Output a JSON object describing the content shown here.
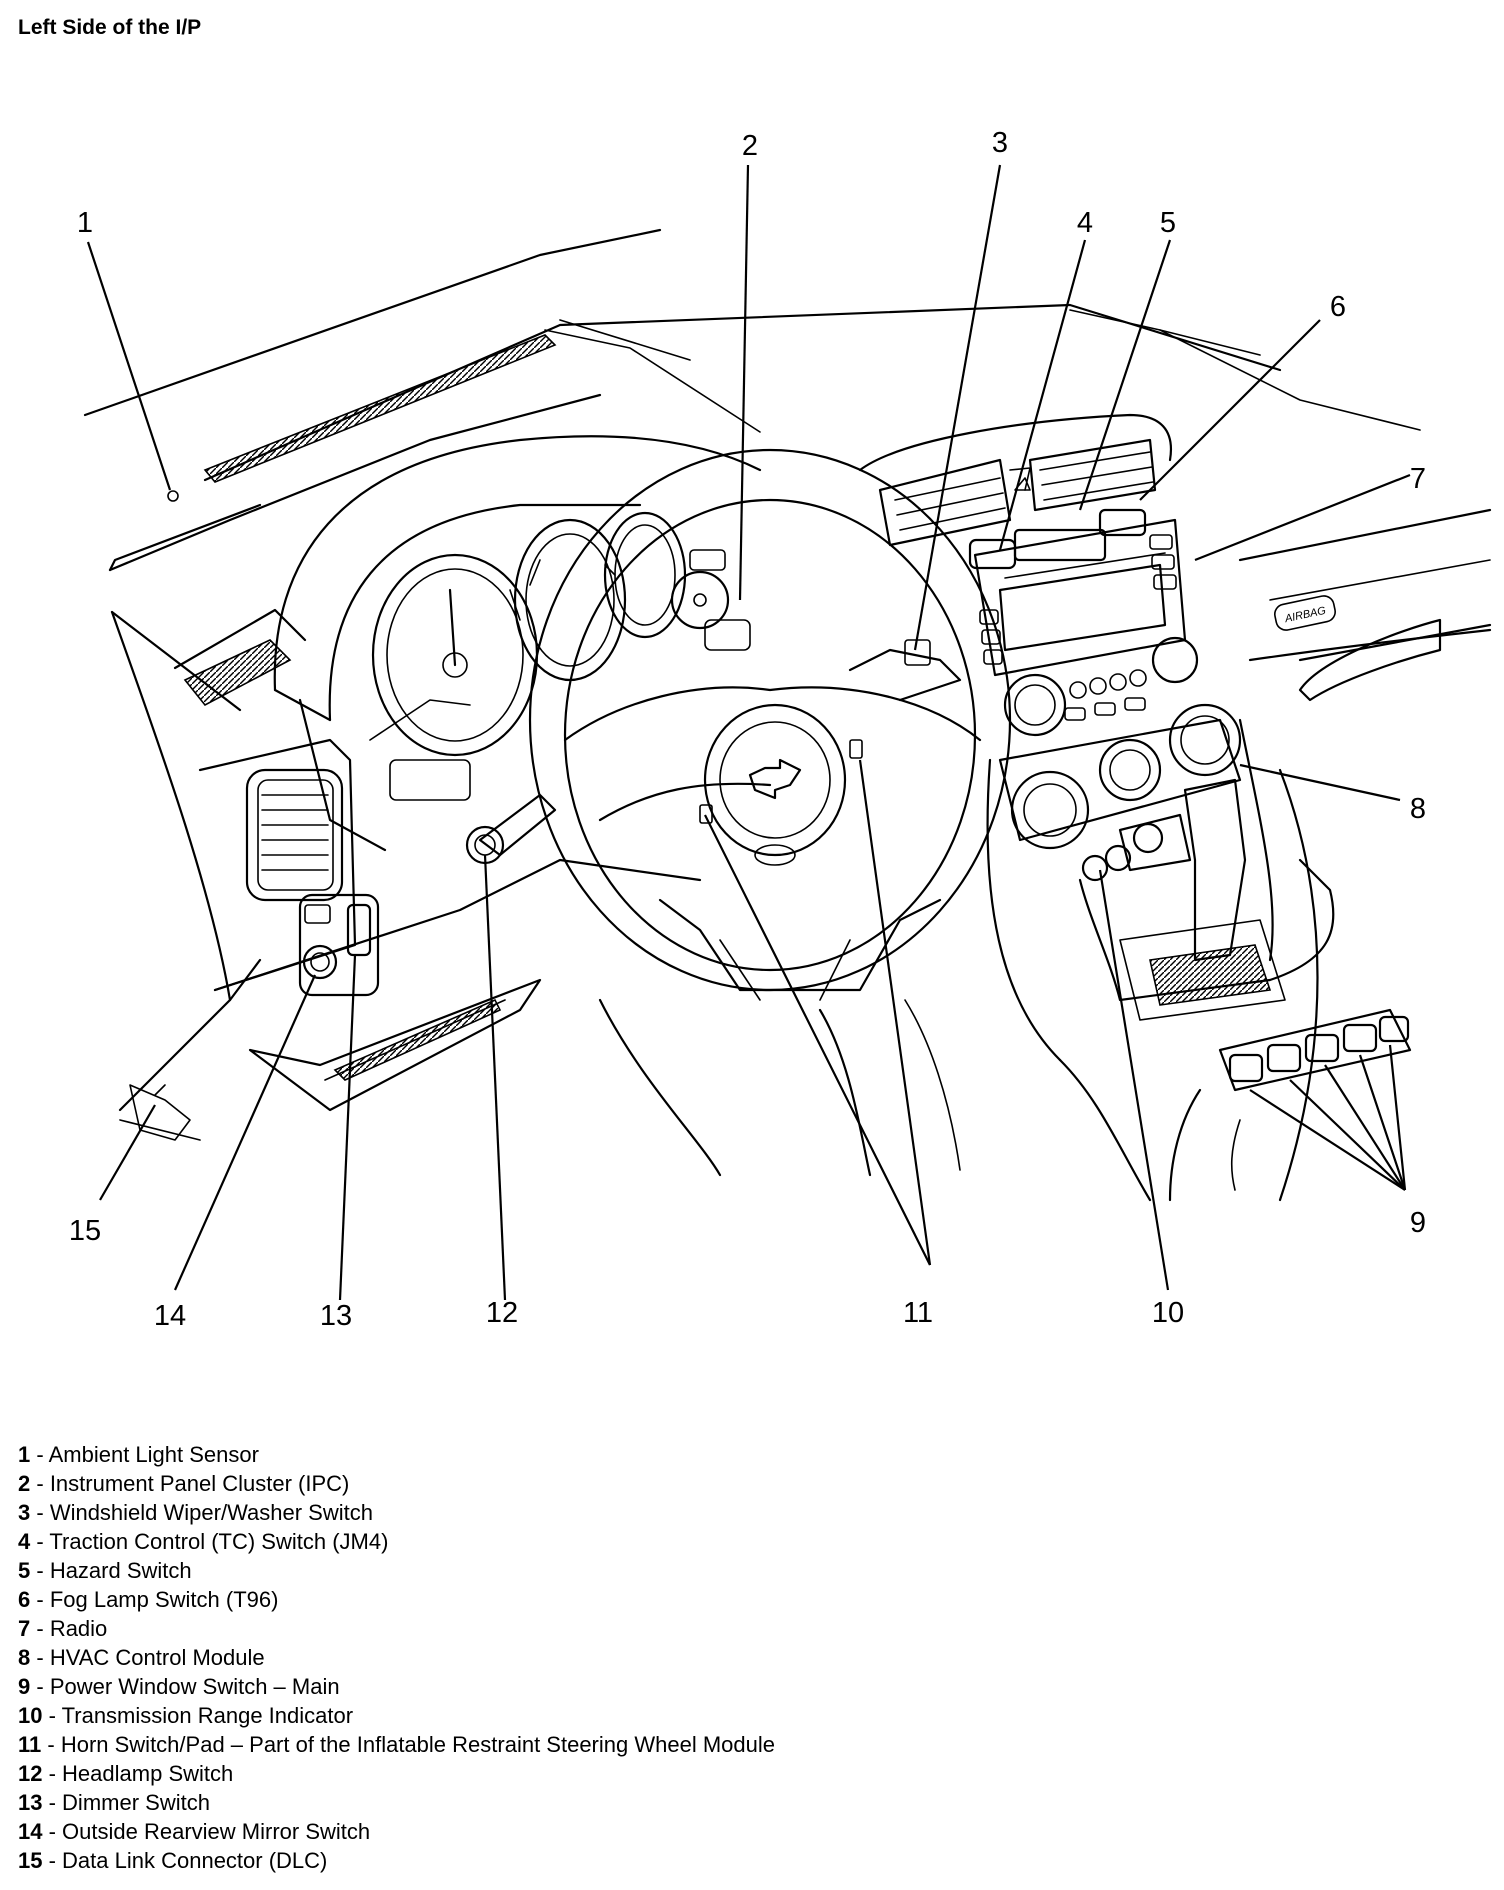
{
  "title": "Left Side of the I/P",
  "diagram": {
    "badge_text": "AIRBAG",
    "callouts": [
      {
        "num": "1"
      },
      {
        "num": "2"
      },
      {
        "num": "3"
      },
      {
        "num": "4"
      },
      {
        "num": "5"
      },
      {
        "num": "6"
      },
      {
        "num": "7"
      },
      {
        "num": "8"
      },
      {
        "num": "9"
      },
      {
        "num": "10"
      },
      {
        "num": "11"
      },
      {
        "num": "12"
      },
      {
        "num": "13"
      },
      {
        "num": "14"
      },
      {
        "num": "15"
      }
    ]
  },
  "legend": [
    {
      "num": "1",
      "sep": " - ",
      "text": "Ambient Light Sensor"
    },
    {
      "num": "2",
      "sep": " - ",
      "text": "Instrument Panel Cluster (IPC)"
    },
    {
      "num": "3",
      "sep": " - ",
      "text": "Windshield Wiper/Washer Switch"
    },
    {
      "num": "4",
      "sep": " - ",
      "text": "Traction Control (TC) Switch (JM4)"
    },
    {
      "num": "5",
      "sep": " - ",
      "text": "Hazard Switch"
    },
    {
      "num": "6",
      "sep": " - ",
      "text": "Fog Lamp Switch (T96)"
    },
    {
      "num": "7",
      "sep": " - ",
      "text": "Radio"
    },
    {
      "num": "8",
      "sep": " - ",
      "text": "HVAC Control Module"
    },
    {
      "num": "9",
      "sep": " - ",
      "text": "Power Window Switch – Main"
    },
    {
      "num": "10",
      "sep": " - ",
      "text": "Transmission Range Indicator"
    },
    {
      "num": "11",
      "sep": " - ",
      "text": "Horn Switch/Pad – Part of the Inflatable Restraint Steering Wheel Module"
    },
    {
      "num": "12",
      "sep": " - ",
      "text": "Headlamp Switch"
    },
    {
      "num": "13",
      "sep": " - ",
      "text": "Dimmer Switch"
    },
    {
      "num": "14",
      "sep": " - ",
      "text": "Outside Rearview Mirror Switch"
    },
    {
      "num": "15",
      "sep": " - ",
      "text": "Data Link Connector (DLC)"
    }
  ]
}
